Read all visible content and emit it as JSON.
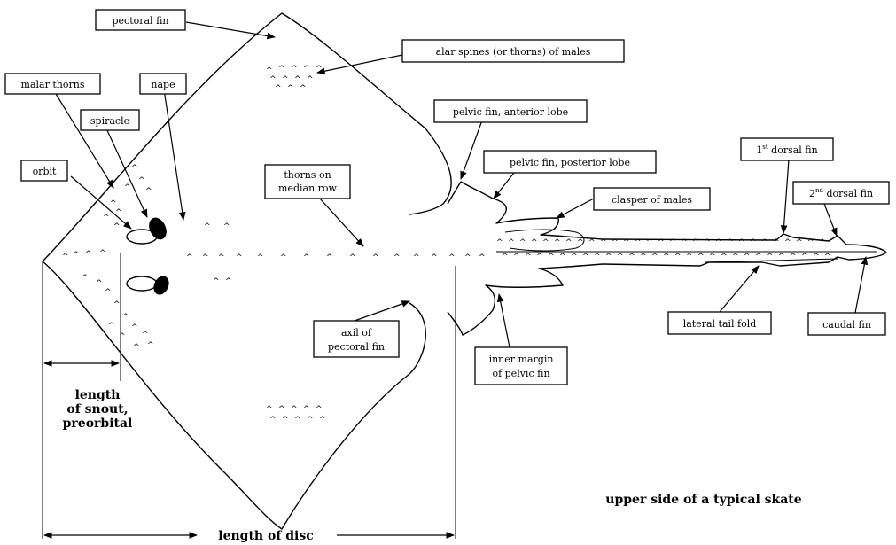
{
  "labels": {
    "pectoral_fin": "pectoral fin",
    "alar_spines": "alar spines (or thorns) of males",
    "malar_thorns": "malar thorns",
    "nape": "nape",
    "spiracle": "spiracle",
    "orbit": "orbit",
    "pelvic_anterior": "pelvic fin, anterior lobe",
    "pelvic_posterior": "pelvic fin, posterior lobe",
    "thorns_median_line1": "thorns on",
    "thorns_median_line2": "median row",
    "clasper": "clasper of males",
    "dorsal1_num": "1",
    "dorsal1_sup": "st",
    "dorsal1_rest": " dorsal fin",
    "dorsal2_num": "2",
    "dorsal2_sup": "nd",
    "dorsal2_rest": " dorsal fin",
    "axil_line1": "axil of",
    "axil_line2": "pectoral fin",
    "inner_margin_line1": "inner margin",
    "inner_margin_line2": "of pelvic fin",
    "lateral_tail_fold": "lateral tail fold",
    "caudal_fin": "caudal fin"
  },
  "measurements": {
    "snout_line1": "length",
    "snout_line2": "of snout,",
    "snout_line3": "preorbital",
    "disc": "length of disc"
  },
  "caption": "upper side of a typical skate",
  "thorn_glyph": "^"
}
